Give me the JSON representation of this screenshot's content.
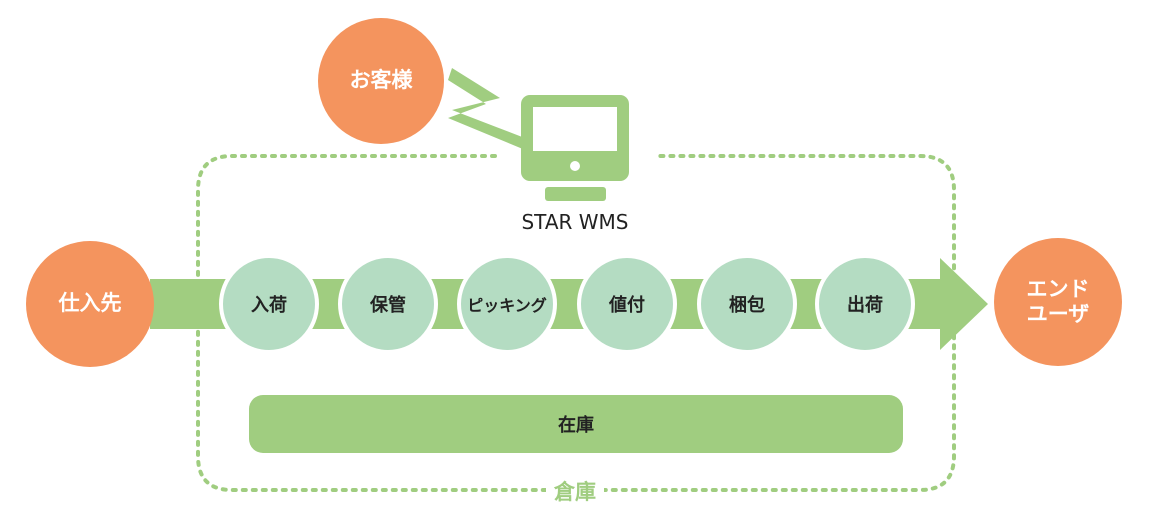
{
  "colors": {
    "orange": "#f4945e",
    "green": "#a0cd80",
    "light_green": "#b4dcc2",
    "dark_text": "#222222"
  },
  "customer": {
    "label": "お客様"
  },
  "supplier": {
    "label": "仕入先"
  },
  "end_user": {
    "label_line1": "エンド",
    "label_line2": "ユーザ"
  },
  "system": {
    "label": "STAR WMS",
    "icon": "monitor-icon"
  },
  "process_steps": [
    {
      "label": "入荷"
    },
    {
      "label": "保管"
    },
    {
      "label": "ピッキング"
    },
    {
      "label": "値付"
    },
    {
      "label": "梱包"
    },
    {
      "label": "出荷"
    }
  ],
  "stock": {
    "label": "在庫"
  },
  "warehouse": {
    "label": "倉庫"
  }
}
